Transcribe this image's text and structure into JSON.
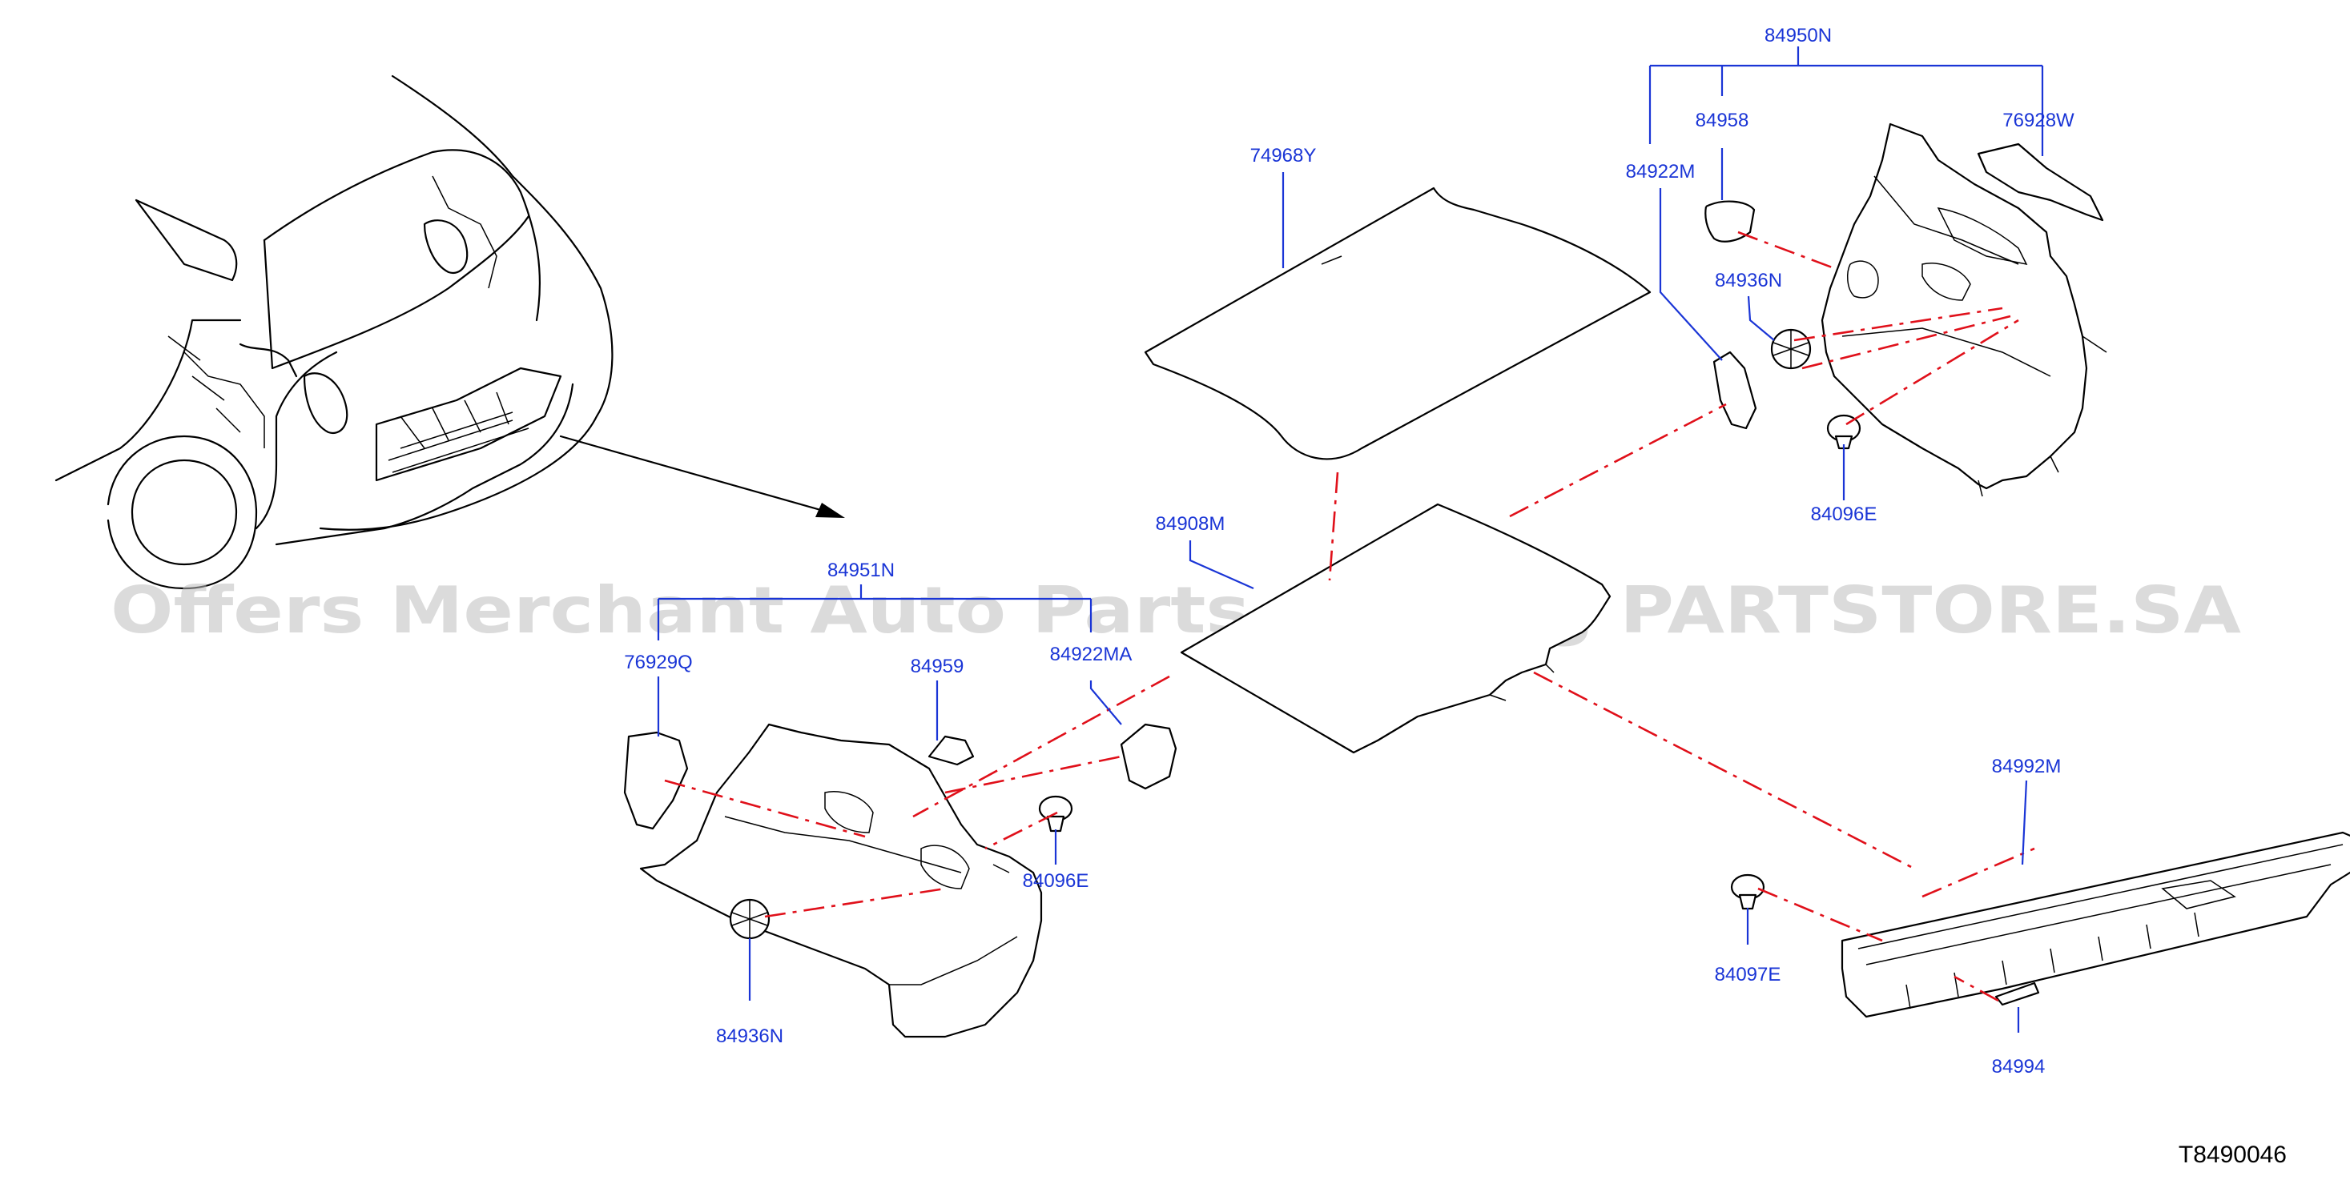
{
  "watermark": "Offers Merchant Auto Parts Catalog PARTSTORE.SA",
  "drawing_id": "T8490046",
  "labels": {
    "p84950N": "84950N",
    "p84958": "84958",
    "p76928W": "76928W",
    "p84922M": "84922M",
    "p84936N_right": "84936N",
    "p84096E_right": "84096E",
    "p74968Y": "74968Y",
    "p84908M": "84908M",
    "p84951N": "84951N",
    "p76929Q": "76929Q",
    "p84959": "84959",
    "p84922MA": "84922MA",
    "p84096E_left": "84096E",
    "p84936N_left": "84936N",
    "p84992M": "84992M",
    "p84097E": "84097E",
    "p84994": "84994"
  },
  "colors": {
    "label": "#1a35d6",
    "dash": "#e0101a",
    "outline": "#000000"
  }
}
